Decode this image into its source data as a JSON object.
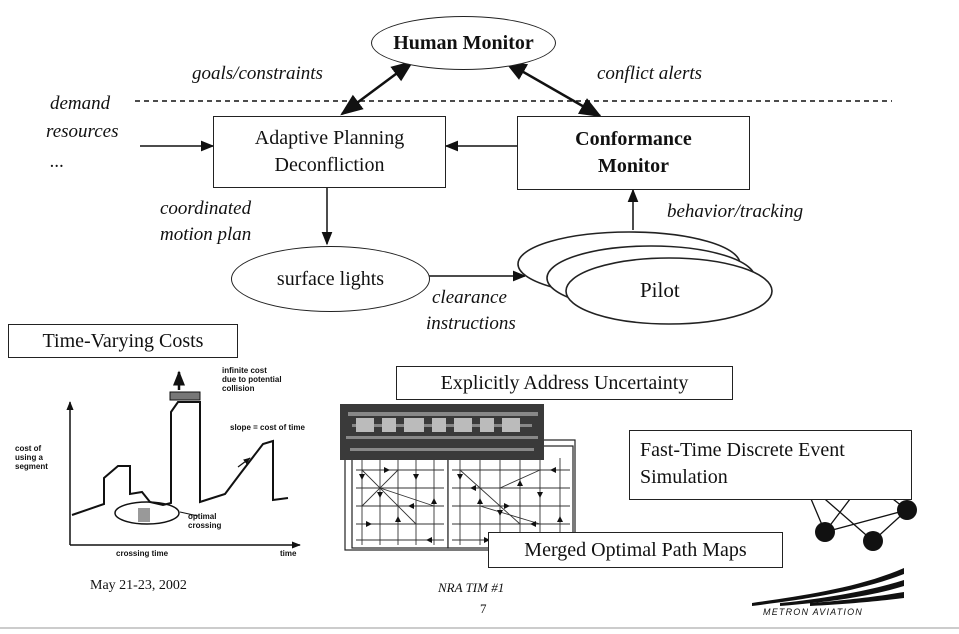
{
  "top": {
    "human_monitor": "Human Monitor",
    "goals": "goals/constraints",
    "conflict": "conflict alerts",
    "inputs": [
      "demand",
      "resources",
      "..."
    ],
    "planning": [
      "Adaptive Planning",
      "Deconfliction"
    ],
    "conformance": [
      "Conformance",
      "Monitor"
    ],
    "coordinated": [
      "coordinated",
      "motion plan"
    ],
    "behavior": "behavior/tracking",
    "surface_lights": "surface lights",
    "clearance": [
      "clearance",
      "instructions"
    ],
    "pilot": "Pilot"
  },
  "bottom": {
    "time_varying": "Time-Varying Costs",
    "cost_chart": {
      "ylabel": [
        "cost of",
        "using a",
        "segment"
      ],
      "xlabel": "time",
      "infinite": [
        "infinite cost",
        "due to potential",
        "collision"
      ],
      "slope": "slope = cost of time",
      "optimal": [
        "optimal",
        "crossing"
      ],
      "crossing_time": "crossing time"
    },
    "uncertainty": "Explicitly Address Uncertainty",
    "merged": "Merged Optimal Path Maps",
    "fast_time": [
      "Fast-Time Discrete Event",
      "Simulation"
    ]
  },
  "footer": {
    "date": "May 21-23, 2002",
    "meeting": "NRA TIM #1",
    "page": "7",
    "logo": "METRON AVIATION"
  }
}
